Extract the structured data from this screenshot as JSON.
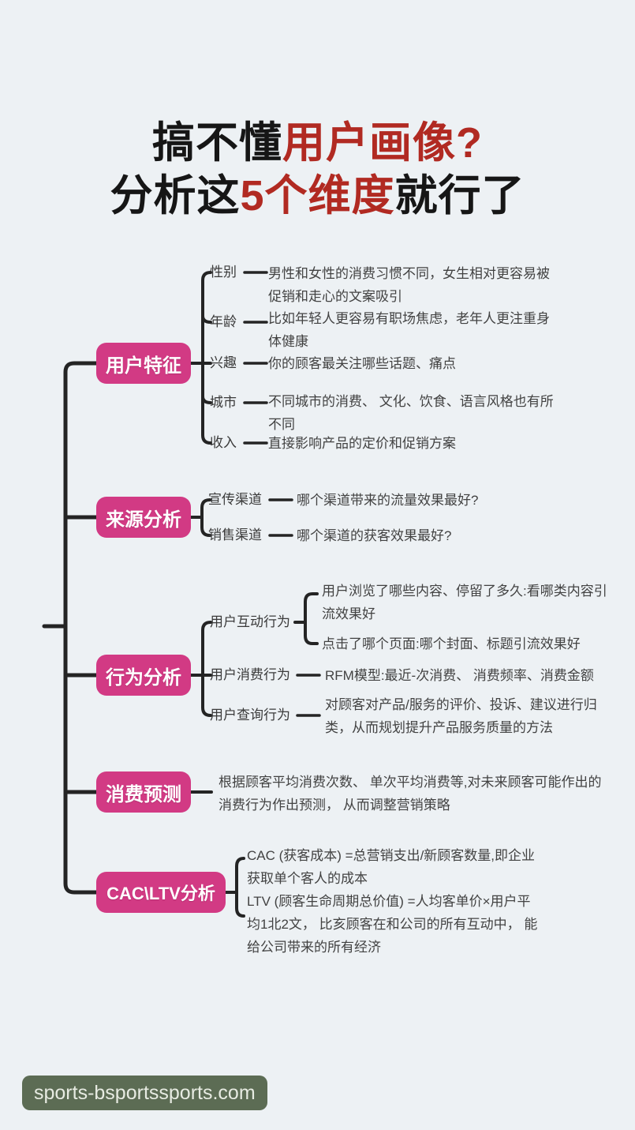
{
  "title": {
    "line1": {
      "black": "搞不懂",
      "red": "用户画像?"
    },
    "line2": {
      "black1": "分析这",
      "red": "5个维度",
      "black2": "就行了"
    }
  },
  "colors": {
    "background": "#edf1f4",
    "node_pink": "#d23a84",
    "title_red": "#b12a22",
    "line_black": "#242424",
    "watermark_green": "#5c6c54"
  },
  "mindmap": {
    "branches": [
      {
        "label": "用户特征",
        "children": [
          {
            "label": "性别",
            "desc": "男性和女性的消费习惯不同，女生相对更容易被\n促销和走心的文案吸引"
          },
          {
            "label": "年龄",
            "desc": "比如年轻人更容易有职场焦虑，老年人更注重身\n体健康"
          },
          {
            "label": "兴趣",
            "desc": "你的顾客最关注哪些话题、痛点"
          },
          {
            "label": "城市",
            "desc": "不同城市的消费、 文化、饮食、语言风格也有所\n不同"
          },
          {
            "label": "收入",
            "desc": "直接影响产品的定价和促销方案"
          }
        ]
      },
      {
        "label": "来源分析",
        "children": [
          {
            "label": "宣传渠道",
            "desc": "哪个渠道带来的流量效果最好?"
          },
          {
            "label": "销售渠道",
            "desc": "哪个渠道的获客效果最好?"
          }
        ]
      },
      {
        "label": "行为分析",
        "children": [
          {
            "label": "用户互动行为",
            "descs": [
              "用户浏览了哪些内容、停留了多久:看哪类内容引\n流效果好",
              "点击了哪个页面:哪个封面、标题引流效果好"
            ]
          },
          {
            "label": "用户消费行为",
            "desc": "RFM模型:最近-次消费、 消费频率、消费金额"
          },
          {
            "label": "用户查询行为",
            "desc": "对顾客对产品/服务的评价、投诉、建议进行归\n类，从而规划提升产品服务质量的方法"
          }
        ]
      },
      {
        "label": "消费预测",
        "desc": "根据顾客平均消费次数、 单次平均消费等,对未来顾客可能作出的\n消费行为作出预测， 从而调整营销策略"
      },
      {
        "label": "CAC\\LTV分析",
        "descs": [
          "CAC (获客成本) =总营销支出/新顾客数量,即企业\n获取单个客人的成本",
          "LTV (顾客生命周期总价值) =人均客单价×用户平\n均1北2文， 比亥顾客在和公司的所有互动中， 能\n给公司带来的所有经济"
        ]
      }
    ]
  },
  "watermark": {
    "text": "sports-bsportssports.com"
  }
}
